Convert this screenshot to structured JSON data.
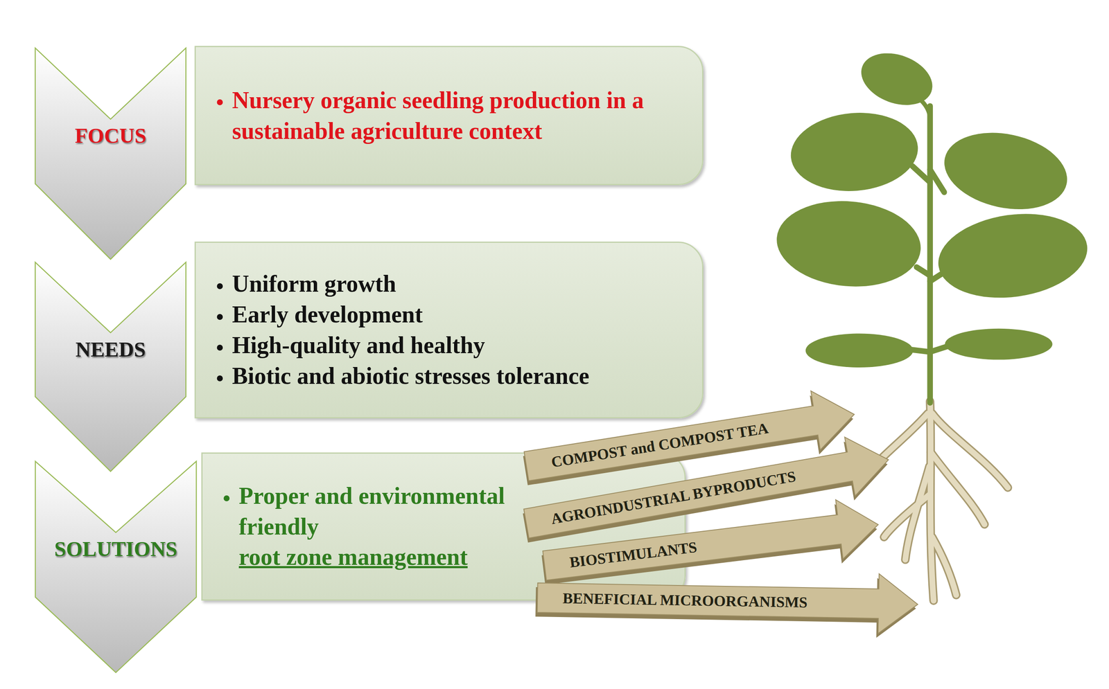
{
  "diagram": {
    "nodes": [
      {
        "text": [
          "FOCUS"
        ]
      },
      {
        "text": [
          "Nursery organic seedling production in a sustainable agriculture context"
        ]
      },
      {
        "text": [
          "NEEDS"
        ]
      },
      {
        "text": [
          "Uniform growth",
          "Early development",
          "High-quality and healthy",
          "Biotic and abiotic stresses tolerance"
        ]
      },
      {
        "text": [
          "SOLUTIONS"
        ]
      },
      {
        "text": [
          "Proper and environmental friendly",
          "root zone management"
        ]
      },
      {
        "text": [
          "COMPOST and COMPOST TEA"
        ]
      },
      {
        "text": [
          "AGROINDUSTRIAL BYPRODUCTS"
        ]
      },
      {
        "text": [
          "BIOSTIMULANTS"
        ]
      },
      {
        "text": [
          "BENEFICIAL MICROORGANISMS"
        ]
      }
    ]
  }
}
